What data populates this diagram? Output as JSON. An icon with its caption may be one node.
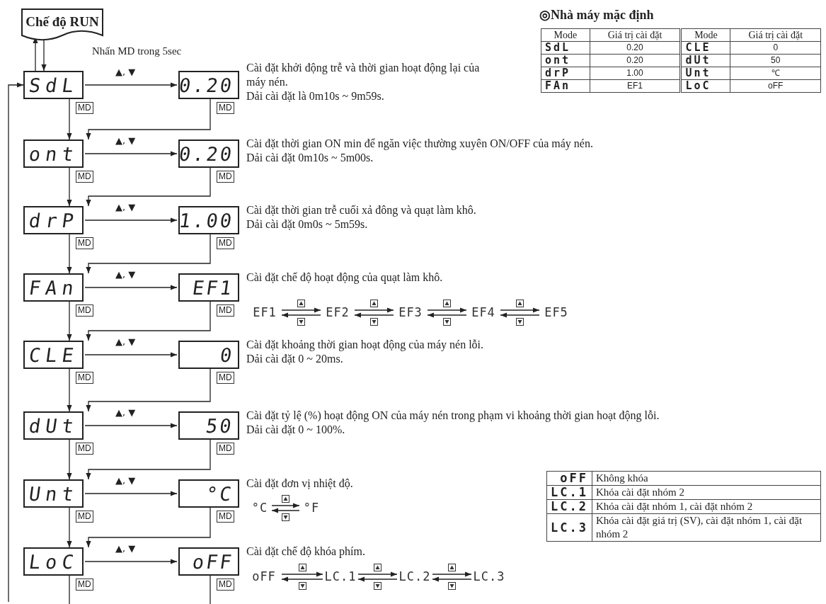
{
  "diagram": {
    "nodes": [
      {
        "text": [
          "Chế độ RUN"
        ]
      },
      {
        "text": [
          "SdL"
        ]
      },
      {
        "text": [
          "0.20"
        ],
        "beside": [
          "Cài đặt khởi động trễ và thời gian hoạt động lại của máy nén.",
          "Dải cài đặt là 0m10s ~ 9m59s."
        ]
      },
      {
        "text": [
          "ont"
        ]
      },
      {
        "text": [
          "0.20"
        ],
        "beside": [
          "Cài đặt thời gian ON min để ngăn việc thường xuyên ON/OFF của máy nén.",
          "Dải cài đặt 0m10s ~ 5m00s."
        ]
      },
      {
        "text": [
          "drP"
        ]
      },
      {
        "text": [
          "1.00"
        ],
        "beside": [
          "Cài đặt thời gian trễ cuối xả đông và quạt làm khô.",
          "Dải cài đặt 0m0s ~ 5m59s."
        ]
      },
      {
        "text": [
          "FAn"
        ]
      },
      {
        "text": [
          "EF1"
        ],
        "beside": [
          "Cài đặt chế độ hoạt động của quạt làm khô."
        ]
      },
      {
        "text": [
          "CLE"
        ]
      },
      {
        "text": [
          "0"
        ],
        "beside": [
          "Cài đặt khoảng thời gian hoạt động của máy nén lỗi.",
          "Dải cài đặt 0 ~ 20ms."
        ]
      },
      {
        "text": [
          "dUt"
        ]
      },
      {
        "text": [
          "50"
        ],
        "beside": [
          "Cài đặt tỷ lệ (%) hoạt động ON của máy nén trong phạm vi khoảng thời gian hoạt động lỗi.",
          "Dải cài đặt 0 ~ 100%."
        ]
      },
      {
        "text": [
          "Unt"
        ]
      },
      {
        "text": [
          "°C"
        ],
        "beside": [
          "Cài đặt đơn vị nhiệt độ."
        ]
      },
      {
        "text": [
          "LoC"
        ]
      },
      {
        "text": [
          "oFF"
        ],
        "beside": [
          "Cài đặt chế độ khóa phím."
        ]
      },
      {
        "text": [
          "EF1"
        ]
      },
      {
        "text": [
          "EF2"
        ]
      },
      {
        "text": [
          "EF3"
        ]
      },
      {
        "text": [
          "EF4"
        ]
      },
      {
        "text": [
          "EF5"
        ]
      },
      {
        "text": [
          "°C"
        ]
      },
      {
        "text": [
          "°F"
        ]
      },
      {
        "text": [
          "oFF"
        ]
      },
      {
        "text": [
          "LC.1"
        ]
      },
      {
        "text": [
          "LC.2"
        ]
      },
      {
        "text": [
          "LC.3"
        ]
      }
    ],
    "edges": [
      {
        "from": 0,
        "to": 1,
        "arrow": "to",
        "label": "Nhấn MD trong 5sec"
      },
      {
        "from": 1,
        "to": 0,
        "arrow": "to"
      },
      {
        "from": null,
        "to": 1,
        "arrow": "to"
      },
      {
        "from": 1,
        "to": 2,
        "arrow": "to",
        "label": "▲, ▼"
      },
      {
        "from": 1,
        "to": 3,
        "arrow": "to",
        "label": "MD"
      },
      {
        "from": 2,
        "to": 3,
        "arrow": "to",
        "label": "MD"
      },
      {
        "from": 3,
        "to": 4,
        "arrow": "to",
        "label": "▲, ▼"
      },
      {
        "from": 3,
        "to": 5,
        "arrow": "to",
        "label": "MD"
      },
      {
        "from": 4,
        "to": 5,
        "arrow": "to",
        "label": "MD"
      },
      {
        "from": 5,
        "to": 6,
        "arrow": "to",
        "label": "▲, ▼"
      },
      {
        "from": 5,
        "to": 7,
        "arrow": "to",
        "label": "MD"
      },
      {
        "from": 6,
        "to": 7,
        "arrow": "to",
        "label": "MD"
      },
      {
        "from": 7,
        "to": 8,
        "arrow": "to",
        "label": "▲, ▼"
      },
      {
        "from": 7,
        "to": 9,
        "arrow": "to",
        "label": "MD"
      },
      {
        "from": 8,
        "to": 9,
        "arrow": "to",
        "label": "MD"
      },
      {
        "from": 9,
        "to": 10,
        "arrow": "to",
        "label": "▲, ▼"
      },
      {
        "from": 9,
        "to": 11,
        "arrow": "to",
        "label": "MD"
      },
      {
        "from": 10,
        "to": 11,
        "arrow": "to",
        "label": "MD"
      },
      {
        "from": 11,
        "to": 12,
        "arrow": "to",
        "label": "▲, ▼"
      },
      {
        "from": 11,
        "to": 13,
        "arrow": "to",
        "label": "MD"
      },
      {
        "from": 12,
        "to": 13,
        "arrow": "to",
        "label": "MD"
      },
      {
        "from": 13,
        "to": 14,
        "arrow": "to",
        "label": "▲, ▼"
      },
      {
        "from": 13,
        "to": 15,
        "arrow": "to",
        "label": "MD"
      },
      {
        "from": 14,
        "to": 15,
        "arrow": "to",
        "label": "MD"
      },
      {
        "from": 15,
        "to": 16,
        "arrow": "to",
        "label": "▲, ▼"
      },
      {
        "from": 15,
        "to": null,
        "arrow": "none",
        "label": "MD"
      },
      {
        "from": 16,
        "to": null,
        "arrow": "none",
        "label": "MD"
      },
      {
        "from": 17,
        "to": 18,
        "arrow": "to"
      },
      {
        "from": 18,
        "to": 17,
        "arrow": "to"
      },
      {
        "from": 18,
        "to": 19,
        "arrow": "to"
      },
      {
        "from": 19,
        "to": 18,
        "arrow": "to"
      },
      {
        "from": 19,
        "to": 20,
        "arrow": "to"
      },
      {
        "from": 20,
        "to": 19,
        "arrow": "to"
      },
      {
        "from": 20,
        "to": 21,
        "arrow": "to"
      },
      {
        "from": 21,
        "to": 20,
        "arrow": "to"
      },
      {
        "from": 22,
        "to": 23,
        "arrow": "to"
      },
      {
        "from": 23,
        "to": 22,
        "arrow": "to"
      },
      {
        "from": 24,
        "to": 25,
        "arrow": "to"
      },
      {
        "from": 25,
        "to": 24,
        "arrow": "to"
      },
      {
        "from": 25,
        "to": 26,
        "arrow": "to"
      },
      {
        "from": 26,
        "to": 25,
        "arrow": "to"
      },
      {
        "from": 26,
        "to": 27,
        "arrow": "to"
      },
      {
        "from": 27,
        "to": 26,
        "arrow": "to"
      }
    ],
    "labels": [
      "◎Nhà máy mặc định",
      "Mode",
      "Giá trị cài đặt",
      "Mode",
      "Giá trị cài đặt",
      "SdL",
      "0.20",
      "CLE",
      "0",
      "ont",
      "0.20",
      "dUt",
      "50",
      "drP",
      "1.00",
      "Unt",
      "℃",
      "FAn",
      "EF1",
      "LoC",
      "oFF",
      "oFF",
      "Không khóa",
      "LC.1",
      "Khóa cài đặt nhóm 2",
      "LC.2",
      "Khóa cài đặt nhóm 1, cài đặt nhóm 2",
      "LC.3",
      "Khóa cài đặt giá trị (SV), cài đặt nhóm 1, cài đặt nhóm 2"
    ]
  }
}
